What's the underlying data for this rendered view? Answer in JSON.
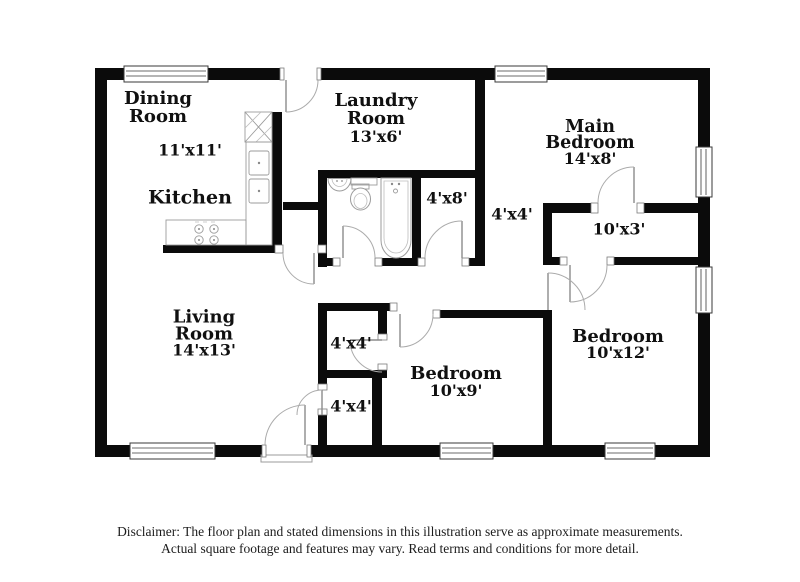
{
  "rooms": {
    "dining_room": {
      "line1": "Dining",
      "line2": "Room",
      "dims": "11'x11'"
    },
    "kitchen": {
      "name": "Kitchen"
    },
    "laundry_room": {
      "line1": "Laundry",
      "line2": "Room",
      "dims": "13'x6'"
    },
    "main_bedroom": {
      "line1": "Main",
      "line2": "Bedroom",
      "dims": "14'x8'"
    },
    "living_room": {
      "line1": "Living",
      "line2": "Room",
      "dims": "14'x13'"
    },
    "bedroom_10x9": {
      "name": "Bedroom",
      "dims": "10'x9'"
    },
    "bedroom_10x12": {
      "name": "Bedroom",
      "dims": "10'x12'"
    },
    "hall_4x8": {
      "dims": "4'x8'"
    },
    "hall_4x4": {
      "dims": "4'x4'"
    },
    "closet_10x3": {
      "dims": "10'x3'"
    },
    "closet_4x4_upper": {
      "dims": "4'x4'"
    },
    "closet_4x4_lower": {
      "dims": "4'x4'"
    }
  },
  "disclaimer": {
    "line1": "Disclaimer: The floor plan and stated dimensions in this illustration serve as approximate measurements.",
    "line2": "Actual square footage and features may vary. Read terms and conditions for more detail."
  },
  "colors": {
    "wall": "#0b0b0b",
    "background": "#ffffff",
    "fixture_line": "#9b9b9b",
    "door_arc": "#ababab",
    "label_text": "#101010",
    "disclaimer_text": "#1c1c1c"
  }
}
